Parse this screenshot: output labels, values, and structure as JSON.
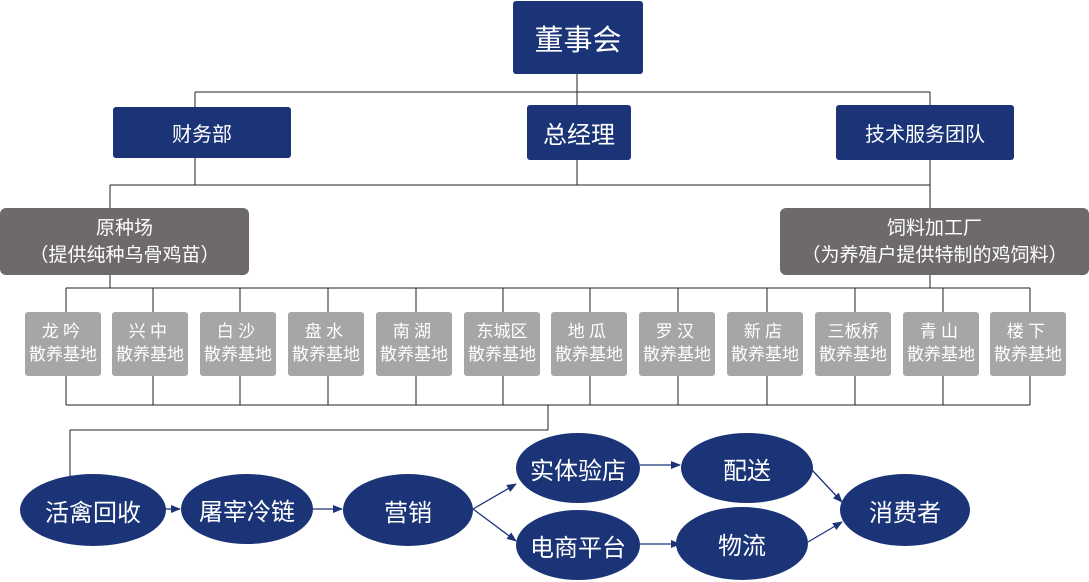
{
  "board": "董事会",
  "finance": "财务部",
  "gm": "总经理",
  "tech": "技术服务团队",
  "breeding_farm": {
    "line1": "原种场",
    "line2": "（提供纯种乌骨鸡苗）"
  },
  "feed_factory": {
    "line1": "饲料加工厂",
    "line2": "（为养殖户提供特制的鸡饲料）"
  },
  "bases": [
    {
      "name": "龙吟",
      "type": "散养基地"
    },
    {
      "name": "兴中",
      "type": "散养基地"
    },
    {
      "name": "白沙",
      "type": "散养基地"
    },
    {
      "name": "盘水",
      "type": "散养基地"
    },
    {
      "name": "南湖",
      "type": "散养基地"
    },
    {
      "name": "东城区",
      "type": "散养基地"
    },
    {
      "name": "地瓜",
      "type": "散养基地"
    },
    {
      "name": "罗汉",
      "type": "散养基地"
    },
    {
      "name": "新店",
      "type": "散养基地"
    },
    {
      "name": "三板桥",
      "type": "散养基地"
    },
    {
      "name": "青山",
      "type": "散养基地"
    },
    {
      "name": "楼下",
      "type": "散养基地"
    }
  ],
  "flow": {
    "recycle": "活禽回收",
    "cold_chain": "屠宰冷链",
    "marketing": "营销",
    "store": "实体验店",
    "ecommerce": "电商平台",
    "delivery": "配送",
    "logistics": "物流",
    "consumer": "消费者"
  },
  "colors": {
    "navy": "#1a3477",
    "gray_box": "#6e6a6a",
    "base_box": "#a6a6a6",
    "line": "#1a1a1a"
  }
}
